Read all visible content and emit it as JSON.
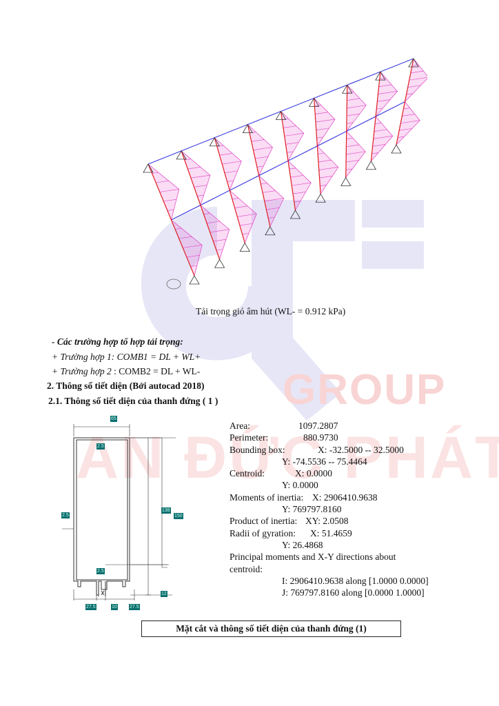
{
  "watermark": {
    "group": "GROUP",
    "company": "AN ĐỨC PHÁT"
  },
  "figure_caption": "Tải trọng gió âm hút (WL- = 0.912 kPa)",
  "load_combos": {
    "heading": "- Các trường hợp tổ hợp tải trọng:",
    "case1": "+ Trường hợp 1: COMB1 = DL + WL+",
    "case2_prefix": "+ Trường hợp 2",
    "case2_rest": ": COMB2 = DL + WL-"
  },
  "section2_title": "2. Thông số tiết diện (Bởi autocad 2018)",
  "section21_title": "2.1. Thông số tiết diện của thanh đứng ( 1 )",
  "dimensions": {
    "width": "65",
    "top_wall": "2.5",
    "side_wall": "2.5",
    "bottom_wall": "2.5",
    "inner_height": "138",
    "total_height": "150",
    "slot": "12",
    "left_flange": "27.5",
    "center": "10",
    "right_flange": "27.5"
  },
  "properties": {
    "area_label": "Area:",
    "area": "1097.2807",
    "perimeter_label": "Perimeter:",
    "perimeter": "880.9730",
    "bbox_label": "Bounding box:",
    "bbox_x": "X: -32.5000  --  32.5000",
    "bbox_y": "Y: -74.5536  --  75.4464",
    "centroid_label": "Centroid:",
    "centroid_x": "X: 0.0000",
    "centroid_y": "Y: 0.0000",
    "moi_label": "Moments of inertia:",
    "moi_x": "X: 2906410.9638",
    "moi_y": "Y: 769797.8160",
    "poi_label": "Product of inertia:",
    "poi": "XY: 2.0508",
    "rog_label": "Radii of gyration:",
    "rog_x": "X: 51.4659",
    "rog_y": "Y: 26.4868",
    "principal_label": "Principal moments and X-Y directions about",
    "principal_label2": "centroid:",
    "principal_i": "I: 2906410.9638 along [1.0000 0.0000]",
    "principal_j": "J: 769797.8160 along [0.0000 1.0000]"
  },
  "table_caption": "Mặt cắt và thông số tiết diện của thanh đứng (1)"
}
